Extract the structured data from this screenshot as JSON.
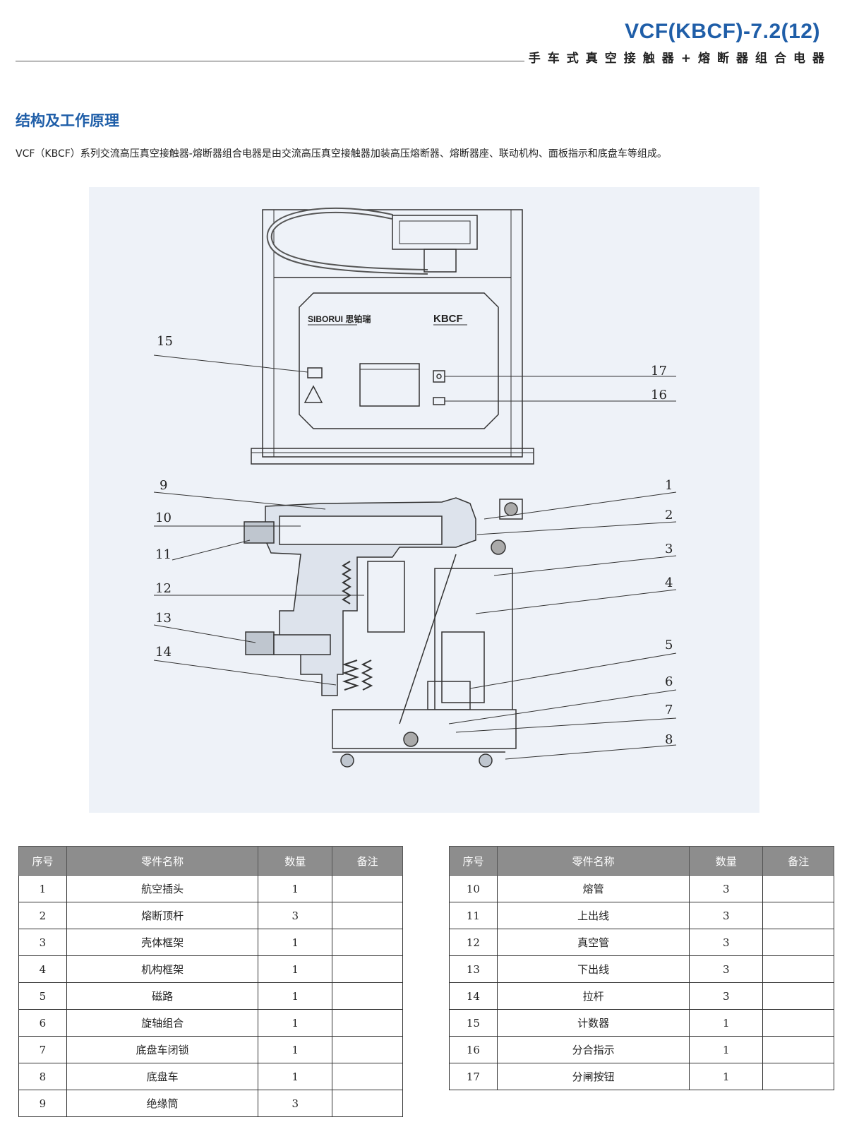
{
  "header": {
    "title": "VCF(KBCF)-7.2(12)",
    "subtitle": "手车式真空接触器+熔断器组合电器"
  },
  "section": {
    "title": "结构及工作原理",
    "intro": "VCF（KBCF）系列交流高压真空接触器-熔断器组合电器是由交流高压真空接触器加装高压熔断器、熔断器座、联动机构、面板指示和底盘车等组成。"
  },
  "figure": {
    "brand": "SIBORUI 思铂瑞",
    "model": "KBCF",
    "callouts_left": [
      "15",
      "9",
      "10",
      "11",
      "12",
      "13",
      "14"
    ],
    "callouts_right": [
      "17",
      "16",
      "1",
      "2",
      "3",
      "4",
      "5",
      "6",
      "7",
      "8"
    ]
  },
  "tables": {
    "headers": [
      "序号",
      "零件名称",
      "数量",
      "备注"
    ],
    "left": [
      {
        "no": "1",
        "name": "航空插头",
        "qty": "1",
        "note": ""
      },
      {
        "no": "2",
        "name": "熔断顶杆",
        "qty": "3",
        "note": ""
      },
      {
        "no": "3",
        "name": "壳体框架",
        "qty": "1",
        "note": ""
      },
      {
        "no": "4",
        "name": "机构框架",
        "qty": "1",
        "note": ""
      },
      {
        "no": "5",
        "name": "磁路",
        "qty": "1",
        "note": ""
      },
      {
        "no": "6",
        "name": "旋轴组合",
        "qty": "1",
        "note": ""
      },
      {
        "no": "7",
        "name": "底盘车闭锁",
        "qty": "1",
        "note": ""
      },
      {
        "no": "8",
        "name": "底盘车",
        "qty": "1",
        "note": ""
      },
      {
        "no": "9",
        "name": "绝缘筒",
        "qty": "3",
        "note": ""
      }
    ],
    "right": [
      {
        "no": "10",
        "name": "熔管",
        "qty": "3",
        "note": ""
      },
      {
        "no": "11",
        "name": "上出线",
        "qty": "3",
        "note": ""
      },
      {
        "no": "12",
        "name": "真空管",
        "qty": "3",
        "note": ""
      },
      {
        "no": "13",
        "name": "下出线",
        "qty": "3",
        "note": ""
      },
      {
        "no": "14",
        "name": "拉杆",
        "qty": "3",
        "note": ""
      },
      {
        "no": "15",
        "name": "计数器",
        "qty": "1",
        "note": ""
      },
      {
        "no": "16",
        "name": "分合指示",
        "qty": "1",
        "note": ""
      },
      {
        "no": "17",
        "name": "分闸按钮",
        "qty": "1",
        "note": ""
      }
    ]
  }
}
